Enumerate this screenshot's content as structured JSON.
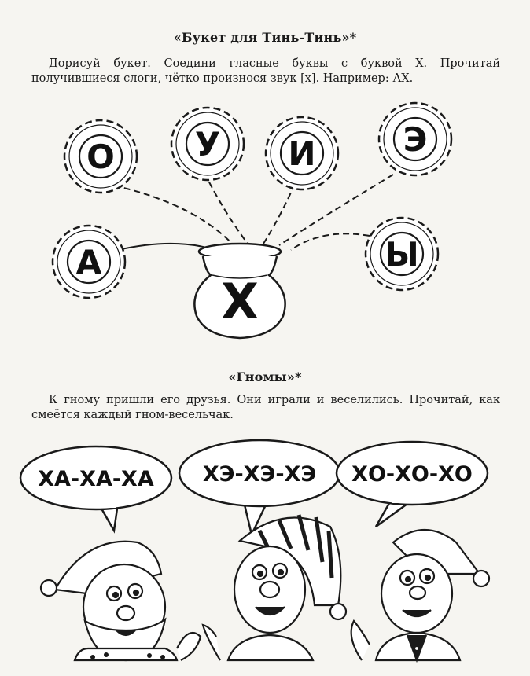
{
  "section1": {
    "title": "«Букет для Тинь-Тинь»*",
    "instruction": "Дорисуй букет. Соедини гласные буквы с буквой Х. Прочитай получившиеся слоги, чётко произнося звук [х]. Например: АХ.",
    "flowers": [
      {
        "id": "a",
        "letter": "А"
      },
      {
        "id": "o",
        "letter": "О"
      },
      {
        "id": "u",
        "letter": "У"
      },
      {
        "id": "i",
        "letter": "И"
      },
      {
        "id": "e",
        "letter": "Э"
      },
      {
        "id": "y",
        "letter": "Ы"
      }
    ],
    "vase_letter": "Х"
  },
  "section2": {
    "title": "«Гномы»*",
    "text": "К гному пришли его друзья. Они играли и веселились. Прочитай, как смеётся каждый гном-весельчак.",
    "bubbles": [
      {
        "id": "left",
        "text": "ХА-ХА-ХА"
      },
      {
        "id": "middle",
        "text": "ХЭ-ХЭ-ХЭ"
      },
      {
        "id": "right",
        "text": "ХО-ХО-ХО"
      }
    ]
  }
}
